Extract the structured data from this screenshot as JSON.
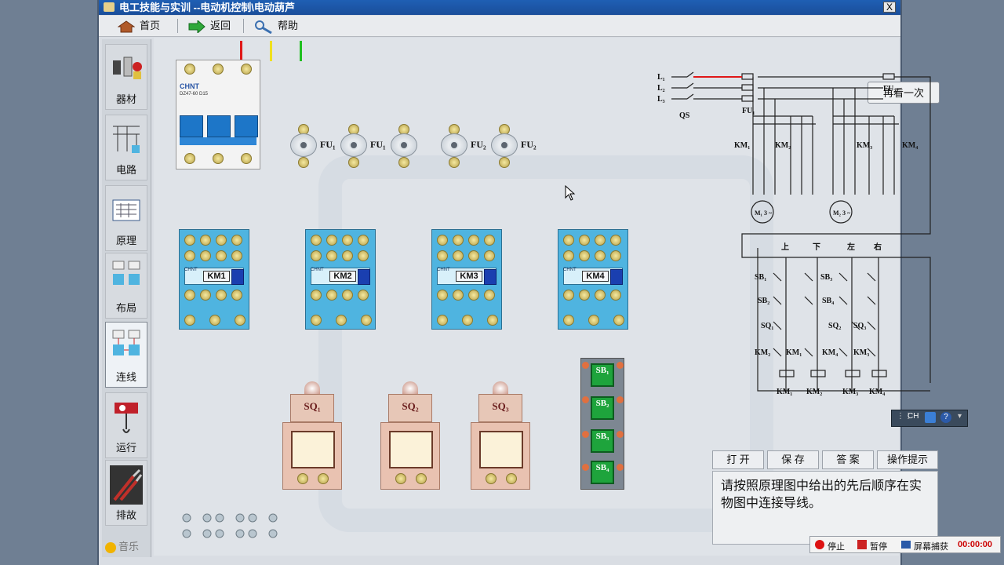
{
  "window": {
    "title": "电工技能与实训 --电动机控制\\电动葫芦",
    "close_label": "X"
  },
  "menubar": {
    "home_label": "首页",
    "back_label": "返回",
    "help_label": "帮助"
  },
  "sidebar": {
    "items": [
      {
        "label": "器材"
      },
      {
        "label": "电路"
      },
      {
        "label": "原理"
      },
      {
        "label": "布局"
      },
      {
        "label": "连线"
      },
      {
        "label": "运行"
      },
      {
        "label": "排故"
      }
    ],
    "music_label": "音乐"
  },
  "workspace": {
    "rewatch_label": "再看一次",
    "breaker": {
      "brand": "CHNT",
      "model": "DZ47-60 D15"
    },
    "fuses": [
      {
        "label": "FU₁"
      },
      {
        "label": "FU₁"
      },
      {
        "label": "FU₂"
      },
      {
        "label": "FU₂"
      }
    ],
    "contactors": [
      {
        "label": "KM1"
      },
      {
        "label": "KM2"
      },
      {
        "label": "KM3"
      },
      {
        "label": "KM4"
      }
    ],
    "contactor_brand": "CHNT",
    "limit_switches": [
      {
        "label": "SQ₁"
      },
      {
        "label": "SQ₂"
      },
      {
        "label": "SQ₃"
      }
    ],
    "buttons": [
      {
        "label": "SB₁"
      },
      {
        "label": "SB₂"
      },
      {
        "label": "SB₃"
      },
      {
        "label": "SB₄"
      }
    ]
  },
  "schematic": {
    "supply": [
      "L₁",
      "L₂",
      "L₃"
    ],
    "qs": "QS",
    "fu1": "FU₁",
    "fu2": "FU₂",
    "km": [
      "KM₁",
      "KM₂",
      "KM₃",
      "KM₄"
    ],
    "motors": [
      "M₁ 3 ~",
      "M₂ 3 ~"
    ],
    "directions": [
      "上",
      "下",
      "左",
      "右"
    ],
    "sb": [
      "SB₁",
      "SB₂",
      "SB₃",
      "SB₄"
    ],
    "sq": [
      "SQ₁",
      "SQ₂",
      "SQ₃"
    ]
  },
  "tabs": {
    "open_label": "打 开",
    "save_label": "保 存",
    "answer_label": "答 案",
    "hint_label": "操作提示"
  },
  "instruction": "请按照原理图中给出的先后顺序在实物图中连接导线。",
  "ime_toolbar": {
    "lang": "CH"
  },
  "recorder": {
    "stop_label": "停止",
    "pause_label": "暂停",
    "capture_label": "屏幕捕获",
    "time": "00:00:00"
  },
  "colors": {
    "title_bar": "#1f5fb4",
    "contactor": "#4fb4e0",
    "button_green": "#1ea43c",
    "wire_l1": "#e01818",
    "wire_l2": "#f0e020",
    "wire_l3": "#20c020"
  }
}
